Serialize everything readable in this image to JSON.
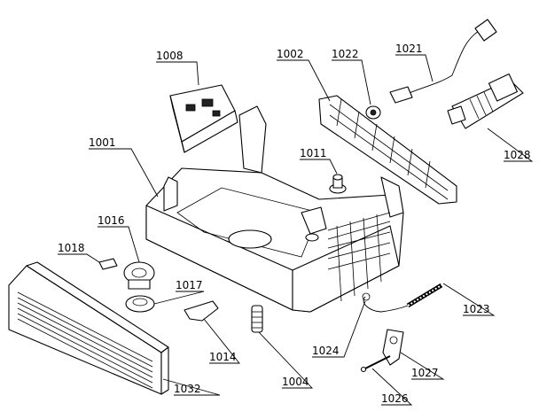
{
  "diagram": {
    "labels": {
      "p1001": "1001",
      "p1002": "1002",
      "p1004": "1004",
      "p1008": "1008",
      "p1011": "1011",
      "p1014": "1014",
      "p1016": "1016",
      "p1017": "1017",
      "p1018": "1018",
      "p1021": "1021",
      "p1022": "1022",
      "p1023": "1023",
      "p1024": "1024",
      "p1026": "1026",
      "p1027": "1027",
      "p1028": "1028",
      "p1032": "1032"
    }
  }
}
